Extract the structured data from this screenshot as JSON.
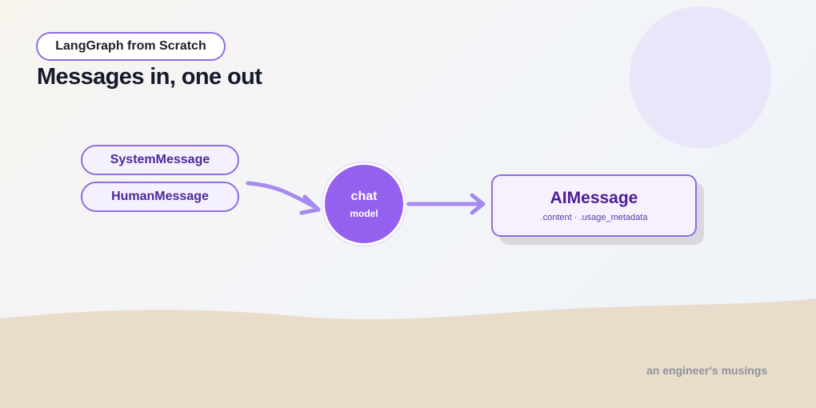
{
  "header": {
    "tag": "LangGraph from Scratch",
    "title": "Messages in, one out"
  },
  "inputs": {
    "system": "SystemMessage",
    "human": "HumanMessage"
  },
  "model": {
    "line1": "chat",
    "line2": "model"
  },
  "output": {
    "title": "AIMessage",
    "fields": ".content · .usage_metadata"
  },
  "footer": {
    "text": "an engineer's musings"
  },
  "colors": {
    "accent": "#9460ee",
    "border": "#8e6ee0",
    "text_dark": "#141a2b",
    "ground": "#e9dccb"
  }
}
